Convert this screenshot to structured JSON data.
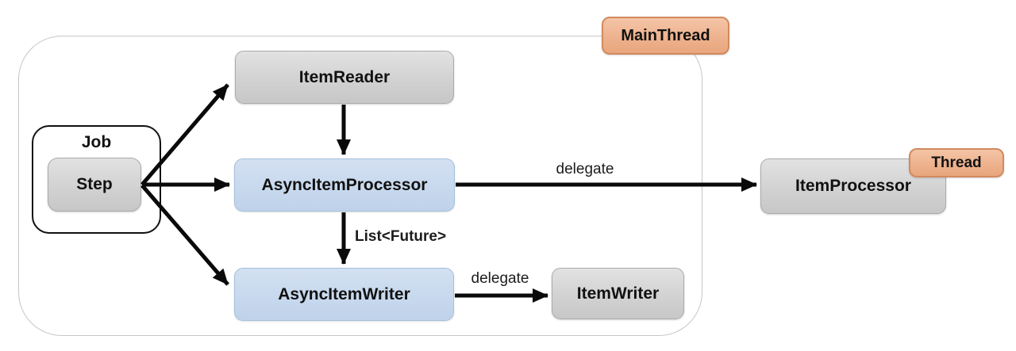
{
  "diagram": {
    "badges": {
      "main_thread": "MainThread",
      "thread": "Thread"
    },
    "nodes": {
      "job": "Job",
      "step": "Step",
      "item_reader": "ItemReader",
      "async_item_processor": "AsyncItemProcessor",
      "async_item_writer": "AsyncItemWriter",
      "item_writer": "ItemWriter",
      "item_processor": "ItemProcessor"
    },
    "edge_labels": {
      "delegate_processor": "delegate",
      "delegate_writer": "delegate",
      "list_future": "List<Future>"
    },
    "colors": {
      "node_gray_fill": "#d2d2d2",
      "node_blue_fill": "#c8d9ee",
      "badge_orange_fill": "#eeb28e",
      "badge_orange_border": "#d28a5f",
      "boundary_border": "#c6c6c6",
      "arrow": "#0a0a0a"
    }
  }
}
